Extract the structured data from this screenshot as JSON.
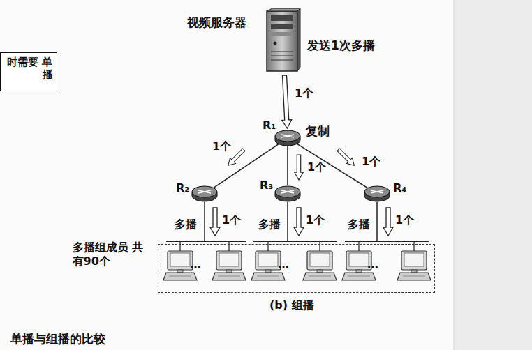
{
  "diagram": {
    "caption": "(b) 组播",
    "nodes": [
      {
        "text": [
          "时需要 单播"
        ]
      },
      {
        "text": [
          "视频服务器",
          "发送1次多播"
        ]
      },
      {
        "text": [
          "R₁",
          "复制"
        ]
      },
      {
        "text": [
          "R₂"
        ]
      },
      {
        "text": [
          "R₃"
        ]
      },
      {
        "text": [
          "R₄"
        ]
      },
      {
        "text": [
          "多播组成员 共有90个"
        ]
      }
    ],
    "edges": [
      {
        "from": 1,
        "to": 2,
        "arrow": "to",
        "label": "1个"
      },
      {
        "from": 2,
        "to": 3,
        "arrow": "none",
        "label": "1个"
      },
      {
        "from": 2,
        "to": 4,
        "arrow": "none",
        "label": "1个"
      },
      {
        "from": 2,
        "to": 5,
        "arrow": "none",
        "label": "1个"
      }
    ],
    "labels": [
      "多播",
      "1个",
      "多播",
      "1个",
      "多播",
      "1个",
      "…",
      "…",
      "…",
      "单播与组播的比较"
    ]
  }
}
